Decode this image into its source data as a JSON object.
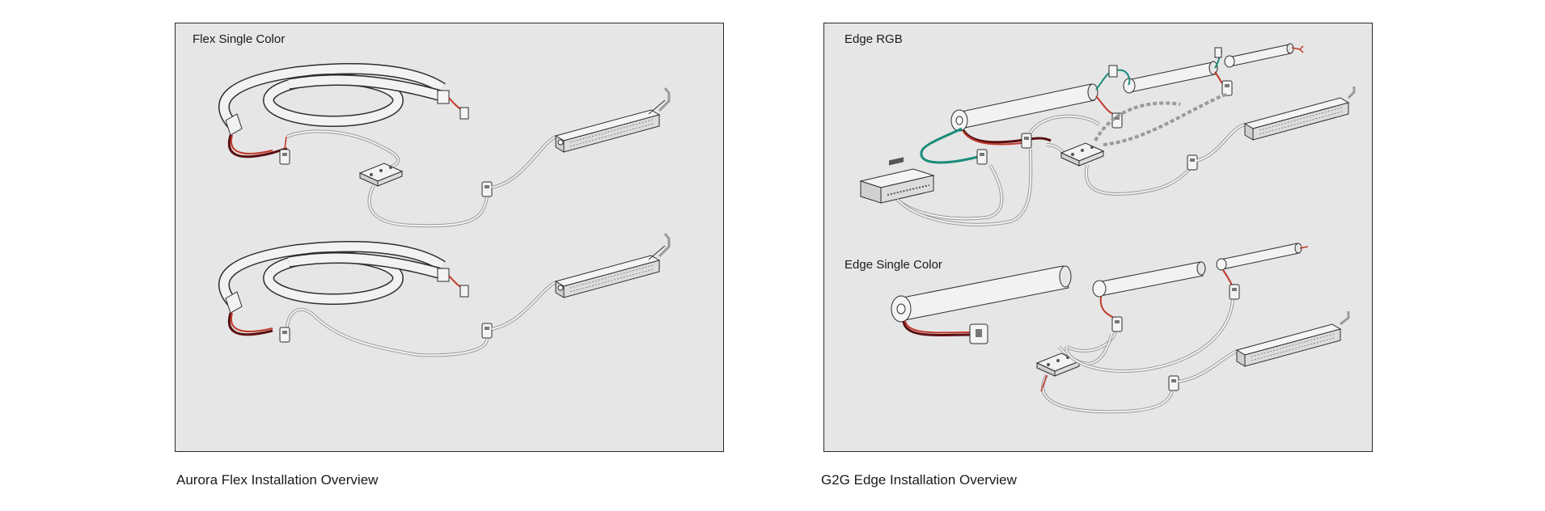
{
  "left": {
    "diagram_title": "Flex Single Color",
    "caption": "Aurora Flex Installation Overview"
  },
  "right": {
    "diagram_title_top": "Edge RGB",
    "diagram_title_bottom": "Edge Single Color",
    "caption": "G2G Edge Installation Overview"
  },
  "colors": {
    "panel_background": "#e6e6e6",
    "wire_red": "#c0392b",
    "wire_dark_red": "#5a0f12",
    "wire_green": "#1a8c7a",
    "wire_gray": "#9a9a9a",
    "outline": "#2e2e2e"
  }
}
